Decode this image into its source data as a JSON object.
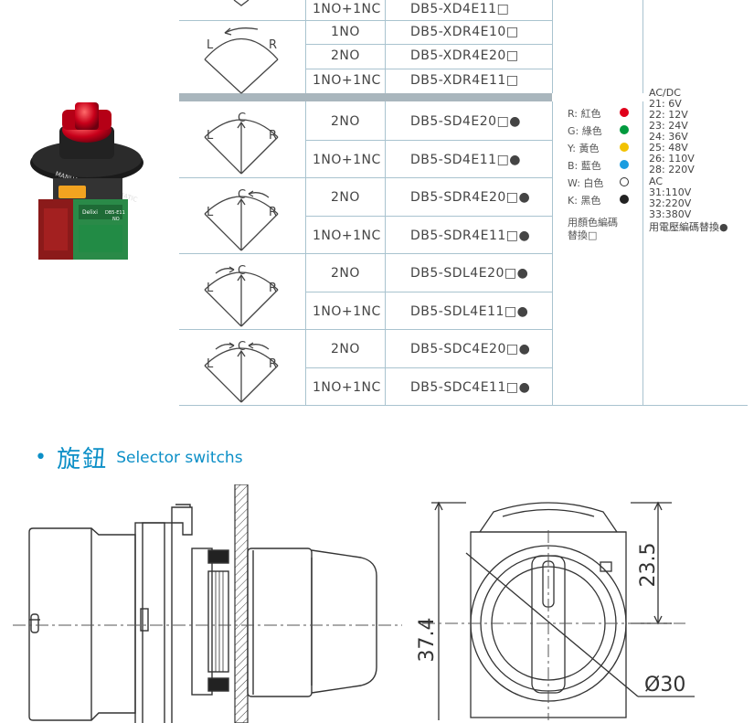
{
  "table": {
    "rows": [
      {
        "contacts": "1NO+1NC",
        "model": "DB5-XD4E11□"
      },
      {
        "contacts": "1NO",
        "model": "DB5-XDR4E10□"
      },
      {
        "contacts": "2NO",
        "model": "DB5-XDR4E20□"
      },
      {
        "contacts": "1NO+1NC",
        "model": "DB5-XDR4E11□"
      },
      {
        "contacts": "2NO",
        "model": "DB5-SD4E20□●"
      },
      {
        "contacts": "1NO+1NC",
        "model": "DB5-SD4E11□●"
      },
      {
        "contacts": "2NO",
        "model": "DB5-SDR4E20□●"
      },
      {
        "contacts": "1NO+1NC",
        "model": "DB5-SDR4E11□●"
      },
      {
        "contacts": "2NO",
        "model": "DB5-SDL4E20□●"
      },
      {
        "contacts": "1NO+1NC",
        "model": "DB5-SDL4E11□●"
      },
      {
        "contacts": "2NO",
        "model": "DB5-SDC4E20□●"
      },
      {
        "contacts": "1NO+1NC",
        "model": "DB5-SDC4E11□●"
      }
    ],
    "position_labels": {
      "left": "L",
      "center": "C",
      "right": "R"
    }
  },
  "colors": {
    "items": [
      {
        "label": "R: 紅色",
        "hex": "#e0001b"
      },
      {
        "label": "G: 綠色",
        "hex": "#009a3e"
      },
      {
        "label": "Y: 黃色",
        "hex": "#f2c200"
      },
      {
        "label": "B: 藍色",
        "hex": "#1b9de0"
      },
      {
        "label": "W: 白色",
        "hex": "#ffffff"
      },
      {
        "label": "K: 黑色",
        "hex": "#222222"
      }
    ],
    "note_line1": "用顏色編碼",
    "note_line2": "替換□"
  },
  "voltage": {
    "acdc_title": "AC/DC",
    "acdc": [
      "21: 6V",
      "22: 12V",
      "23: 24V",
      "24: 36V",
      "25: 48V",
      "26: 110V",
      "28: 220V"
    ],
    "ac_title": "AC",
    "ac": [
      "31:110V",
      "32:220V",
      "33:380V"
    ],
    "note": "用電壓編碼替換●"
  },
  "product_photo": {
    "ring_text": "MANUAL STOP AUTOMATIC",
    "brand": "Delixi",
    "model": "DB5-E11",
    "contact": "NO"
  },
  "heading": {
    "bullet": "•",
    "zh": "旋鈕",
    "en": "Selector switchs"
  },
  "drawing": {
    "dim_height": "37.4",
    "dim_top": "23.5",
    "dim_diameter": "Ø30"
  },
  "accent": "#0c8fc7"
}
